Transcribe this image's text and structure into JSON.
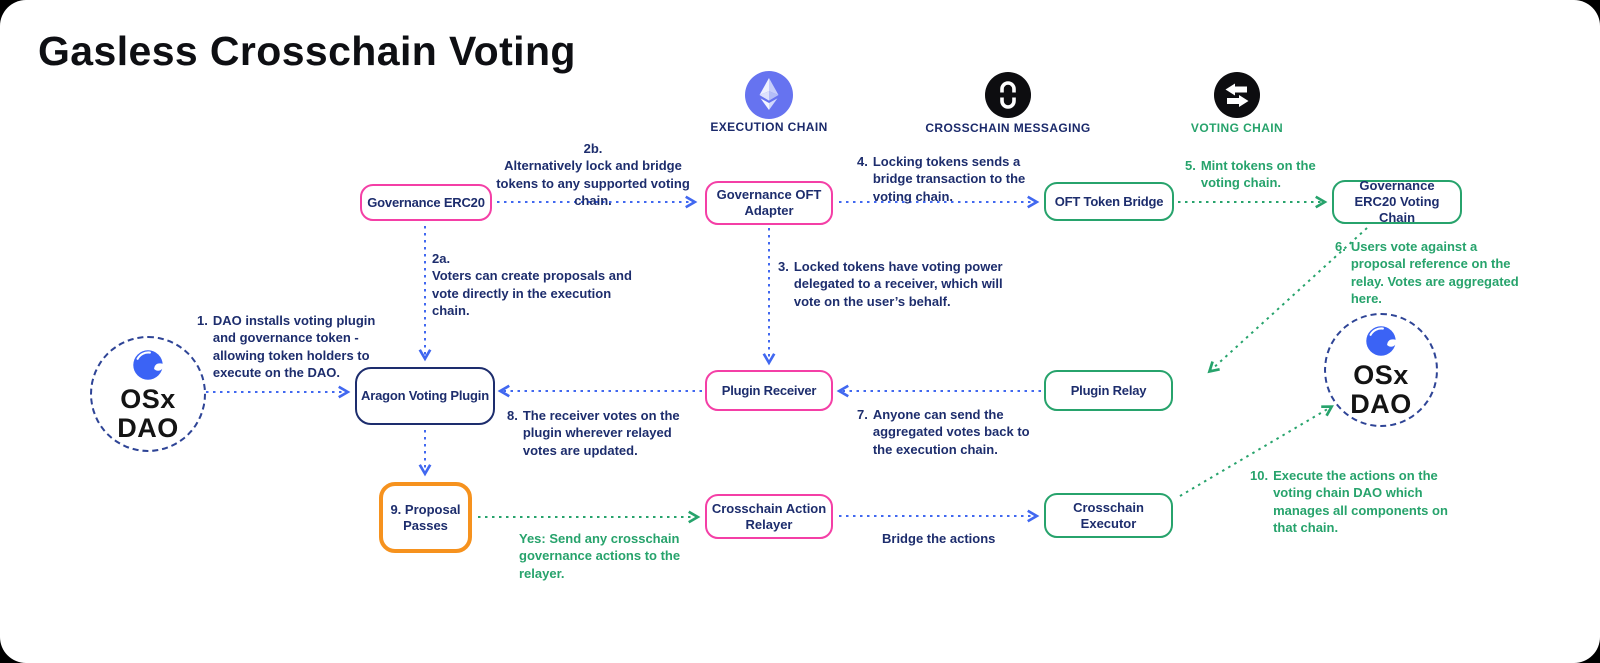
{
  "title": "Gasless Crosschain Voting",
  "colors": {
    "navy_text": "#1d2d6d",
    "pink_border": "#f43fa6",
    "green_accent": "#27a36c",
    "blue_arrow": "#4168f0",
    "orange_border": "#f6921e",
    "aragon_blue": "#3b63f5",
    "ethereum_circle": "#6673f0",
    "icon_black": "#0d0d10"
  },
  "legend": {
    "execution_chain": {
      "label": "EXECUTION CHAIN",
      "icon": "ethereum-icon"
    },
    "crosschain_messaging": {
      "label": "CROSSCHAIN MESSAGING",
      "icon": "chain-link-icon"
    },
    "voting_chain": {
      "label": "VOTING CHAIN",
      "icon": "swap-arrows-icon"
    }
  },
  "nodes": {
    "governance_erc20": {
      "label": "Governance ERC20",
      "border": "pink"
    },
    "governance_oft_adapter": {
      "label": "Governance OFT Adapter",
      "border": "pink"
    },
    "oft_token_bridge": {
      "label": "OFT Token Bridge",
      "border": "green"
    },
    "governance_erc20_voting_chain": {
      "label": "Governance ERC20 Voting Chain",
      "border": "green"
    },
    "aragon_voting_plugin": {
      "label": "Aragon Voting Plugin",
      "border": "navy"
    },
    "plugin_receiver": {
      "label": "Plugin Receiver",
      "border": "pink"
    },
    "plugin_relay": {
      "label": "Plugin Relay",
      "border": "green"
    },
    "proposal_passes": {
      "label": "9. Proposal Passes",
      "border": "orange"
    },
    "crosschain_action_relayer": {
      "label": "Crosschain Action Relayer",
      "border": "pink"
    },
    "crosschain_executor": {
      "label": "Crosschain Executor",
      "border": "green"
    }
  },
  "daos": {
    "left": {
      "line1": "OSx",
      "line2": "DAO"
    },
    "right": {
      "line1": "OSx",
      "line2": "DAO"
    }
  },
  "annotations": {
    "a1": {
      "num": "1.",
      "text": "DAO installs voting plugin and governance token - allowing token holders to execute on the DAO."
    },
    "a2a": {
      "num": "2a.",
      "text": "Voters can create proposals and vote directly in the execution chain."
    },
    "a2b": {
      "num": "2b.",
      "text": "Alternatively lock and bridge tokens to any supported voting chain."
    },
    "a3": {
      "num": "3.",
      "text": "Locked tokens have voting power delegated to a receiver, which will vote on the user’s behalf."
    },
    "a4": {
      "num": "4.",
      "text": "Locking tokens sends a bridge transaction to the voting chain."
    },
    "a5": {
      "num": "5.",
      "text": "Mint tokens on the voting chain."
    },
    "a6": {
      "num": "6.",
      "text": "Users vote against a proposal reference on the relay. Votes are aggregated here."
    },
    "a7": {
      "num": "7.",
      "text": "Anyone can send the aggregated votes back to the execution chain."
    },
    "a8": {
      "num": "8.",
      "text": "The receiver votes on the plugin wherever relayed votes are updated."
    },
    "a10": {
      "num": "10.",
      "text": "Execute the actions on the voting chain DAO which manages all components on that chain."
    },
    "yes_branch": {
      "text": "Yes: Send any crosschain governance actions to the relayer."
    },
    "bridge_actions": {
      "text": "Bridge the actions"
    }
  }
}
